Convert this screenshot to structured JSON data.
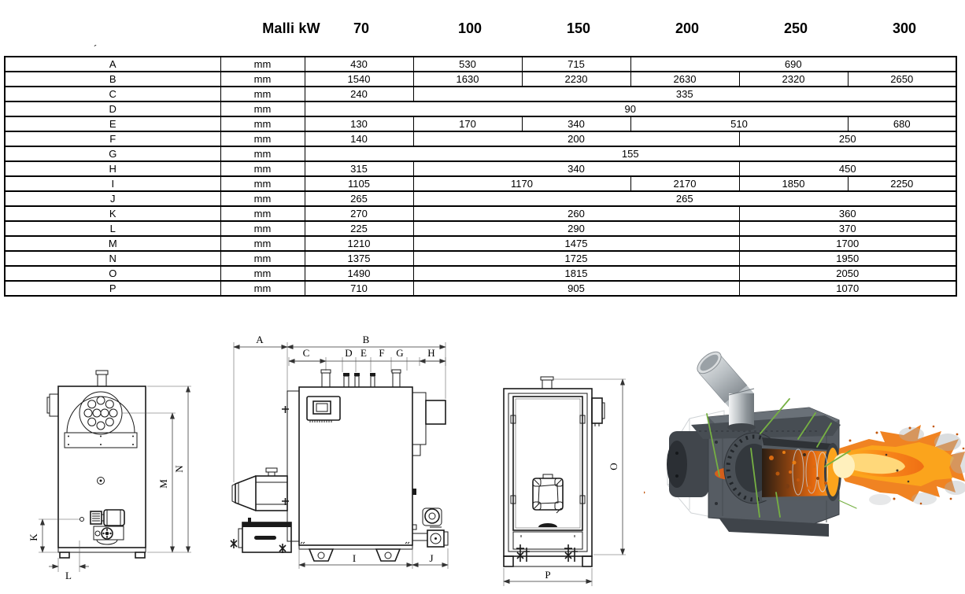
{
  "header": {
    "model_label": "Malli kW",
    "columns": [
      "70",
      "100",
      "150",
      "200",
      "250",
      "300"
    ]
  },
  "table": {
    "rows": [
      {
        "label": "A",
        "unit": "mm",
        "cells": [
          {
            "v": "430",
            "span": 1
          },
          {
            "v": "530",
            "span": 1
          },
          {
            "v": "715",
            "span": 1
          },
          {
            "v": "690",
            "span": 3
          }
        ]
      },
      {
        "label": "B",
        "unit": "mm",
        "cells": [
          {
            "v": "1540",
            "span": 1
          },
          {
            "v": "1630",
            "span": 1
          },
          {
            "v": "2230",
            "span": 1
          },
          {
            "v": "2630",
            "span": 1
          },
          {
            "v": "2320",
            "span": 1
          },
          {
            "v": "2650",
            "span": 1
          }
        ]
      },
      {
        "label": "C",
        "unit": "mm",
        "cells": [
          {
            "v": "240",
            "span": 1
          },
          {
            "v": "335",
            "span": 5
          }
        ]
      },
      {
        "label": "D",
        "unit": "mm",
        "cells": [
          {
            "v": "90",
            "span": 6
          }
        ]
      },
      {
        "label": "E",
        "unit": "mm",
        "cells": [
          {
            "v": "130",
            "span": 1
          },
          {
            "v": "170",
            "span": 1
          },
          {
            "v": "340",
            "span": 1
          },
          {
            "v": "510",
            "span": 2
          },
          {
            "v": "680",
            "span": 1
          }
        ]
      },
      {
        "label": "F",
        "unit": "mm",
        "cells": [
          {
            "v": "140",
            "span": 1
          },
          {
            "v": "200",
            "span": 3
          },
          {
            "v": "250",
            "span": 2
          }
        ]
      },
      {
        "label": "G",
        "unit": "mm",
        "cells": [
          {
            "v": "155",
            "span": 6
          }
        ]
      },
      {
        "label": "H",
        "unit": "mm",
        "cells": [
          {
            "v": "315",
            "span": 1
          },
          {
            "v": "340",
            "span": 3
          },
          {
            "v": "450",
            "span": 2
          }
        ]
      },
      {
        "label": "I",
        "unit": "mm",
        "cells": [
          {
            "v": "1105",
            "span": 1
          },
          {
            "v": "1170",
            "span": 2
          },
          {
            "v": "2170",
            "span": 1
          },
          {
            "v": "1850",
            "span": 1
          },
          {
            "v": "2250",
            "span": 1
          }
        ]
      },
      {
        "label": "J",
        "unit": "mm",
        "cells": [
          {
            "v": "265",
            "span": 1
          },
          {
            "v": "265",
            "span": 5
          }
        ]
      },
      {
        "label": "K",
        "unit": "mm",
        "cells": [
          {
            "v": "270",
            "span": 1
          },
          {
            "v": "260",
            "span": 3
          },
          {
            "v": "360",
            "span": 2
          }
        ]
      },
      {
        "label": "L",
        "unit": "mm",
        "cells": [
          {
            "v": "225",
            "span": 1
          },
          {
            "v": "290",
            "span": 3
          },
          {
            "v": "370",
            "span": 2
          }
        ]
      },
      {
        "label": "M",
        "unit": "mm",
        "cells": [
          {
            "v": "1210",
            "span": 1
          },
          {
            "v": "1475",
            "span": 3
          },
          {
            "v": "1700",
            "span": 2
          }
        ]
      },
      {
        "label": "N",
        "unit": "mm",
        "cells": [
          {
            "v": "1375",
            "span": 1
          },
          {
            "v": "1725",
            "span": 3
          },
          {
            "v": "1950",
            "span": 2
          }
        ]
      },
      {
        "label": "O",
        "unit": "mm",
        "cells": [
          {
            "v": "1490",
            "span": 1
          },
          {
            "v": "1815",
            "span": 3
          },
          {
            "v": "2050",
            "span": 2
          }
        ]
      },
      {
        "label": "P",
        "unit": "mm",
        "cells": [
          {
            "v": "710",
            "span": 1
          },
          {
            "v": "905",
            "span": 3
          },
          {
            "v": "1070",
            "span": 2
          }
        ]
      }
    ]
  },
  "artifact": {
    "stray_mark": "´"
  },
  "drawings": {
    "front": {
      "labels": {
        "k": "K",
        "l": "L",
        "m": "M",
        "n": "N"
      }
    },
    "side": {
      "labels": {
        "a": "A",
        "b": "B",
        "c": "C",
        "d": "D",
        "e": "E",
        "f": "F",
        "g": "G",
        "h": "H",
        "i": "I",
        "j": "J"
      }
    },
    "back": {
      "labels": {
        "o": "O",
        "p": "P"
      }
    }
  },
  "colors": {
    "flame_orange": "#f4791f",
    "flame_yellow": "#ffd34d",
    "flame_core": "#fff3c8",
    "callout_green": "#76b043",
    "steel_gray": "#565c63",
    "chrome": "#c9ccce"
  }
}
